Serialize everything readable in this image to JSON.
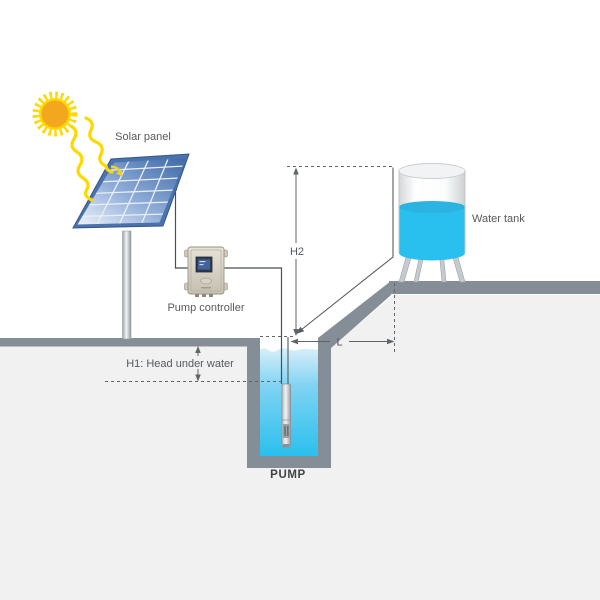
{
  "diagram": {
    "labels": {
      "solar_panel": "Solar panel",
      "pump_controller": "Pump controller",
      "water_tank": "Water tank",
      "pump": "PUMP",
      "h2": "H2",
      "l": "L",
      "h1": "H1: Head under water"
    },
    "colors": {
      "ground": "#858e97",
      "earth": "#f1f1f2",
      "well_water_deep": "#29bfee",
      "tank_water": "#29bfee",
      "sun_core": "#f2a71e",
      "sun_rays": "#ffd800",
      "panel_frame": "#4a72ae",
      "controller_body": "#d5cfc1",
      "annotation": "#5f6569"
    }
  }
}
